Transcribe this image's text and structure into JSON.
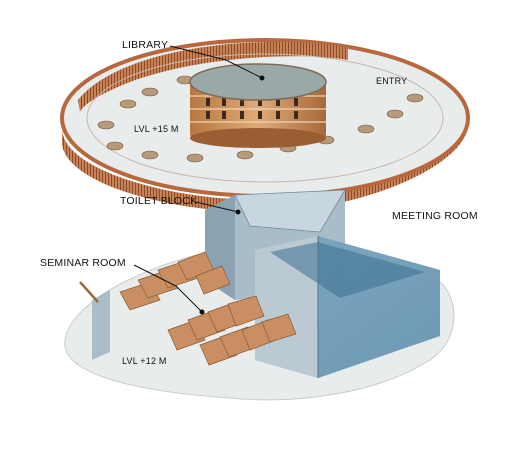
{
  "labels": {
    "library": "LIBRARY",
    "entry": "ENTRY",
    "level_upper": "LVL +15 M",
    "toilet_block": "TOILET BLOCK",
    "meeting_room": "MEETING ROOM",
    "seminar_room": "SEMINAR ROOM",
    "level_lower": "LVL +12 M"
  },
  "colors": {
    "ring_copper": "#c9835a",
    "ring_dark": "#8a4a2a",
    "floor": "#e9ecec",
    "glass": "#8fb6cf",
    "glass_dark": "#5f8eaa",
    "wall": "#b9cbd6",
    "wood": "#c98f62"
  }
}
